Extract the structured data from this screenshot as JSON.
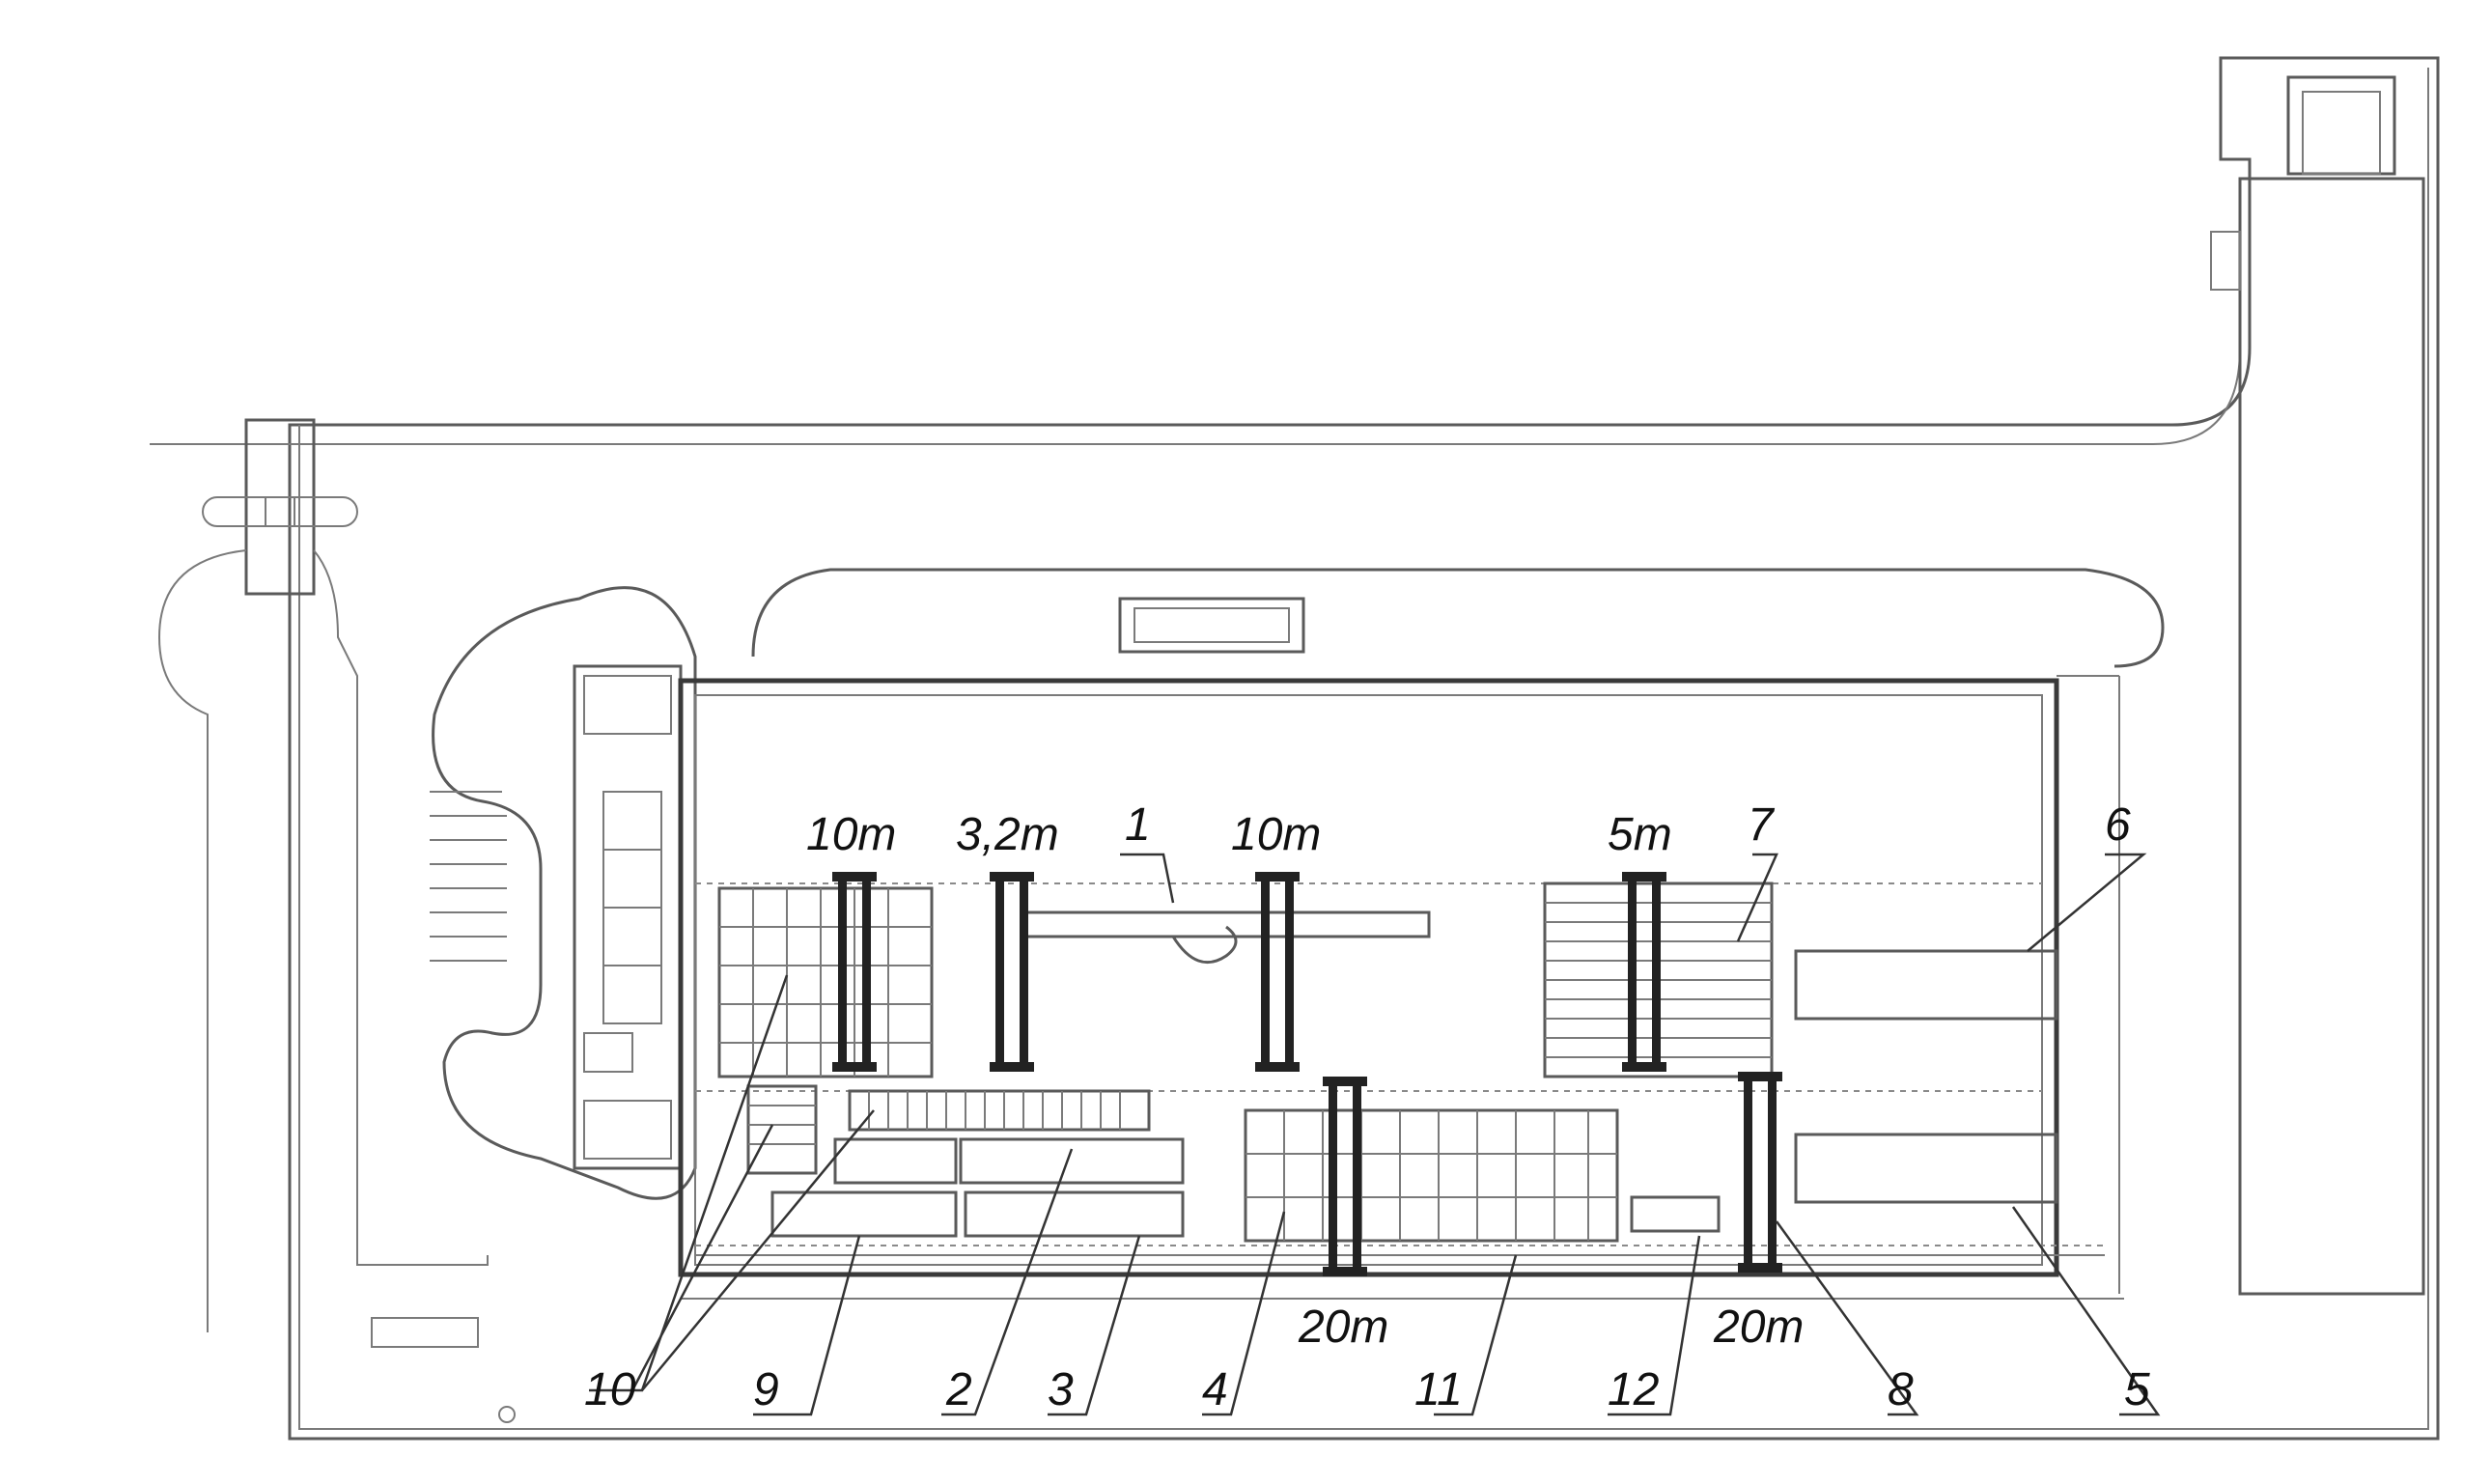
{
  "labels": {
    "crane_1": "10m",
    "crane_2": "3,2m",
    "crane_3": "10m",
    "crane_4": "5m",
    "crane_5": "20m",
    "crane_6": "20m",
    "n1": "1",
    "n2": "2",
    "n3": "3",
    "n4": "4",
    "n5": "5",
    "n6": "6",
    "n7": "7",
    "n8": "8",
    "n9": "9",
    "n10": "10",
    "n11": "11",
    "n12": "12"
  },
  "colors": {
    "line": "#5a5a5a",
    "crane": "#222222",
    "text": "#111111"
  }
}
